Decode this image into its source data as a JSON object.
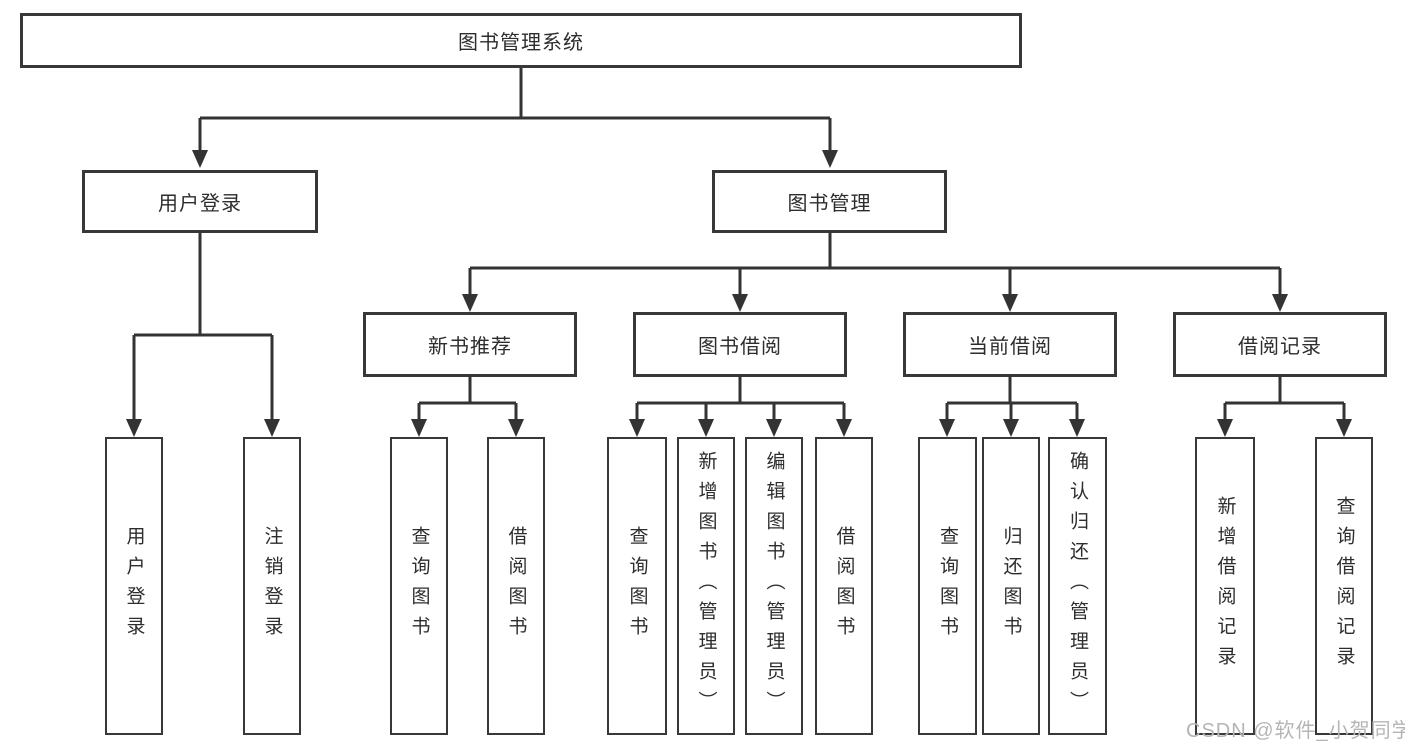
{
  "diagram": {
    "title": "图书管理系统",
    "level2": {
      "user_login": "用户登录",
      "book_mgmt": "图书管理"
    },
    "user_login_children": [
      "用户登录",
      "注销登录"
    ],
    "groups": [
      {
        "label": "新书推荐",
        "children": [
          "查询图书",
          "借阅图书"
        ]
      },
      {
        "label": "图书借阅",
        "children": [
          "查询图书",
          "新增图书（管理员）",
          "编辑图书（管理员）",
          "借阅图书"
        ]
      },
      {
        "label": "当前借阅",
        "children": [
          "查询图书",
          "归还图书",
          "确认归还（管理员）"
        ]
      },
      {
        "label": "借阅记录",
        "children": [
          "新增借阅记录",
          "查询借阅记录"
        ]
      }
    ]
  },
  "watermark": "CSDN @软件_小贺同学"
}
